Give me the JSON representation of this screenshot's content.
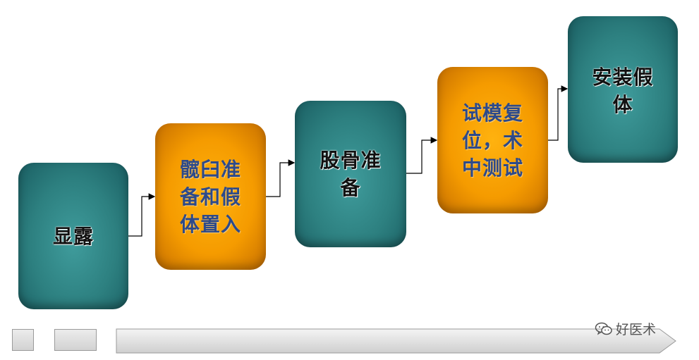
{
  "steps": [
    {
      "id": "exposure",
      "label": "显露"
    },
    {
      "id": "acetabular",
      "label": "髋臼准备和假体置入"
    },
    {
      "id": "femoral",
      "label": "股骨准备"
    },
    {
      "id": "trial",
      "label": "试模复位，术中测试"
    },
    {
      "id": "install",
      "label": "安装假体"
    }
  ],
  "lines": {
    "acetabular": [
      "髋臼准",
      "备和假",
      "体置入"
    ],
    "femoral": [
      "股骨准",
      "备"
    ],
    "trial": [
      "试模复",
      "位，术",
      "中测试"
    ],
    "install": [
      "安装假",
      "体"
    ]
  },
  "colors": {
    "teal": "#2d8080",
    "orange": "#f59b00",
    "orange_text": "#2d4a8a"
  },
  "watermark": {
    "icon": "wechat-icon",
    "text": "好医术"
  }
}
